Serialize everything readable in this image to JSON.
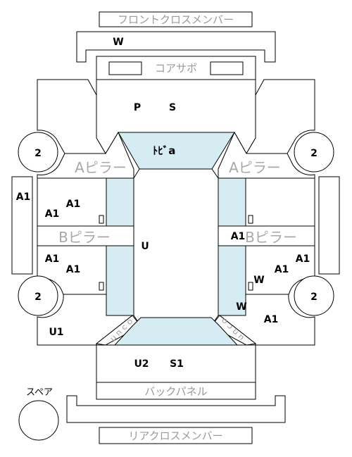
{
  "labels": {
    "front_cross_member": "フロントクロスメンバー",
    "core_support": "コアサポ",
    "rear_cross_member": "リアクロスメンバー",
    "back_panel": "バックパネル",
    "a_pillar_left": "Aピラー",
    "a_pillar_right": "Aピラー",
    "b_pillar_left": "Bピラー",
    "b_pillar_right": "Bピラー",
    "dash": "ﾄﾋﾞa",
    "spare": "スペア",
    "unco_left": "ｕｎｃｏ",
    "unco_right": "ｕｎｃｏ"
  },
  "marks": {
    "w_front": "W",
    "p": "P",
    "s": "S",
    "wheel_fl": "2",
    "wheel_fr": "2",
    "wheel_rl": "2",
    "wheel_rr": "2",
    "a1_side_left": "A1",
    "a1_fl_1": "A1",
    "a1_fl_2": "A1",
    "a1_rl_1": "A1",
    "a1_rl_2": "A1",
    "a1_fr": "A1",
    "a1_rr_1": "A1",
    "a1_rr_2": "A1",
    "a1_rear_right": "A1",
    "u": "U",
    "w_rr": "W",
    "w_rear_right": "W",
    "u1": "U1",
    "u2": "U2",
    "s1": "S1"
  }
}
